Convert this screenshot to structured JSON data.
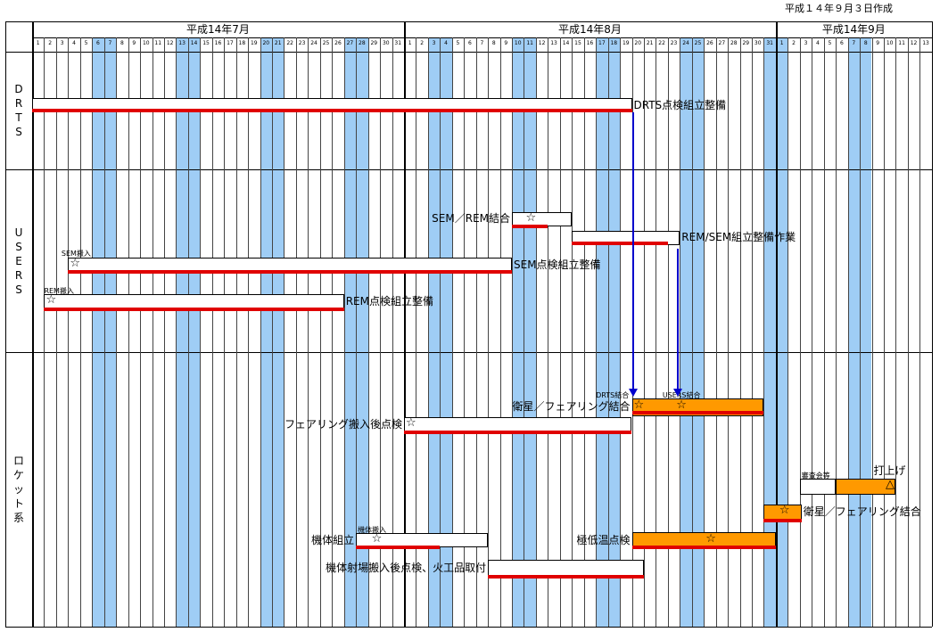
{
  "header": {
    "created": "平成１４年９月３日作成"
  },
  "months": [
    {
      "label": "平成14年7月",
      "days": 31,
      "weekend_days": [
        6,
        7,
        13,
        14,
        20,
        21,
        27,
        28
      ]
    },
    {
      "label": "平成14年8月",
      "days": 31,
      "weekend_days": [
        3,
        4,
        10,
        11,
        17,
        18,
        24,
        25,
        31
      ]
    },
    {
      "label": "平成14年9月",
      "days": 13,
      "weekend_days": [
        1,
        7,
        8
      ]
    }
  ],
  "categories": [
    {
      "label": "DRTS"
    },
    {
      "label": "USERS"
    },
    {
      "label": "ロケット系"
    }
  ],
  "tasks": [
    {
      "label": "DRTS点検組立整備"
    },
    {
      "label": "SEM／REM結合"
    },
    {
      "label": "REM/SEM組立整備作業"
    },
    {
      "label": "SEM点検組立整備",
      "note": "SEM搬入"
    },
    {
      "label": "REM点検組立整備",
      "note": "REM搬入"
    },
    {
      "label": "衛星／フェアリング結合",
      "note1": "DRTS結合",
      "note2": "USERS結合"
    },
    {
      "label": "フェアリング搬入後点検"
    },
    {
      "label": "打上げ",
      "note": "審査会等"
    },
    {
      "label": "衛星／フェアリング結合"
    },
    {
      "label": "機体組立",
      "note": "機体搬入"
    },
    {
      "label": "極低温点検"
    },
    {
      "label": "機体射場搬入後点検、火工品取付"
    }
  ],
  "symbols": {
    "star": "☆",
    "triangle": "△"
  },
  "colors": {
    "weekend": "#9fcdf5",
    "progress": "#e00000",
    "orange": "#ff9900",
    "arrow": "#0000cc"
  }
}
